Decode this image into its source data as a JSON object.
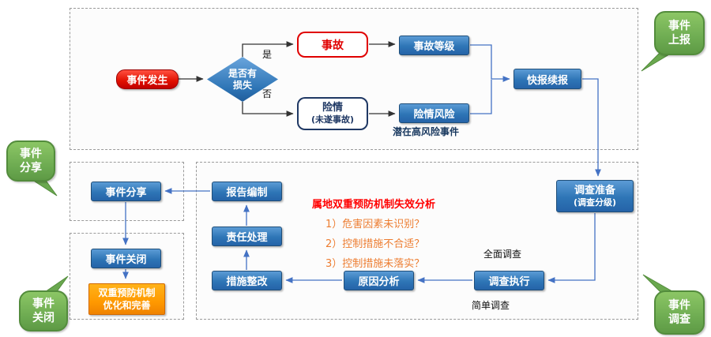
{
  "colors": {
    "node_blue": "#2E75B6",
    "node_red": "#E01000",
    "accent_orange": "#FF9900",
    "callout_green": "#6AA84F",
    "arrow_blue": "#4472C4",
    "arrow_dark": "#333333",
    "analysis_red": "#FF0000",
    "analysis_orange": "#ED7D31"
  },
  "callouts": {
    "report": {
      "line1": "事件",
      "line2": "上报"
    },
    "share": {
      "line1": "事件",
      "line2": "分享"
    },
    "close": {
      "line1": "事件",
      "line2": "关闭"
    },
    "investigate": {
      "line1": "事件",
      "line2": "调查"
    }
  },
  "flow": {
    "incident": "事件发生",
    "decision_line1": "是否有",
    "decision_line2": "损失",
    "yes": "是",
    "no": "否",
    "accident": "事故",
    "accident_level": "事故等级",
    "danger_line1": "险情",
    "danger_line2": "(未遂事故)",
    "danger_risk": "险情风险",
    "potential_note": "潜在高风险事件",
    "quick_report": "快报续报"
  },
  "investigation": {
    "prepare_line1": "调查准备",
    "prepare_line2": "(调查分级)",
    "full_label": "全面调查",
    "simple_label": "简单调查",
    "execute": "调查执行",
    "cause": "原因分析",
    "rectify": "措施整改",
    "responsibility": "责任处理",
    "report_write": "报告编制",
    "analysis_title": "属地双重预防机制失效分析",
    "analysis_items": [
      "1）危害因素未识别？",
      "2）控制措施不合适？",
      "3）控制措施未落实？"
    ]
  },
  "closing": {
    "share_box": "事件分享",
    "close_box": "事件关闭",
    "optimize_line1": "双重预防机制",
    "optimize_line2": "优化和完善"
  }
}
